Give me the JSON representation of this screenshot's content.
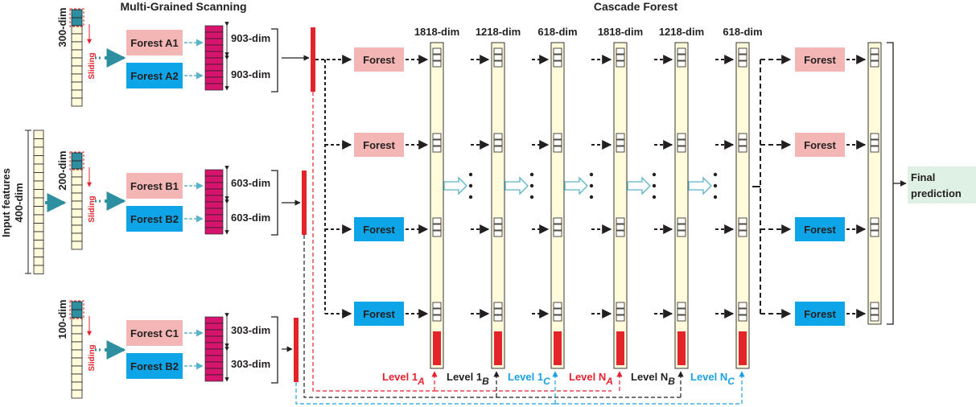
{
  "diagram": {
    "section_titles": {
      "scanning": "Multi-Grained Scanning",
      "cascade": "Cascade Forest"
    },
    "input": {
      "label": "Input features",
      "dim": "400-dim"
    },
    "scan_windows": [
      {
        "dim": "300-dim",
        "sliding": "Sliding"
      },
      {
        "dim": "200-dim",
        "sliding": "Sliding"
      },
      {
        "dim": "100-dim",
        "sliding": "Sliding"
      }
    ],
    "scan_forests": [
      {
        "top": "Forest A1",
        "bottom": "Forest A2",
        "dim_top": "903-dim",
        "dim_bottom": "903-dim"
      },
      {
        "top": "Forest B1",
        "bottom": "Forest B2",
        "dim_top": "603-dim",
        "dim_bottom": "603-dim"
      },
      {
        "top": "Forest C1",
        "bottom": "Forest B2",
        "dim_top": "303-dim",
        "dim_bottom": "303-dim"
      }
    ],
    "forest_label": "Forest",
    "column_dims": [
      "1818-dim",
      "1218-dim",
      "618-dim",
      "1818-dim",
      "1218-dim",
      "618-dim"
    ],
    "level_labels": [
      {
        "base": "Level 1",
        "sub": "A",
        "color": "#e8212e"
      },
      {
        "base": "Level 1",
        "sub": "B",
        "color": "#231f20"
      },
      {
        "base": "Level 1",
        "sub": "C",
        "color": "#1ba1e2"
      },
      {
        "base": "Level N",
        "sub": "A",
        "color": "#e8212e"
      },
      {
        "base": "Level N",
        "sub": "B",
        "color": "#231f20"
      },
      {
        "base": "Level N",
        "sub": "C",
        "color": "#1ba1e2"
      }
    ],
    "final_prediction": [
      "Final",
      "prediction"
    ],
    "colors": {
      "pink_forest": "#f4b6b4",
      "blue_forest": "#0ea5e8",
      "cell_fill": "#fffbdb",
      "window_teal": "#2e8fa0",
      "magenta_feature": "#d6146e",
      "red_bar": "#e3242b",
      "final_box": "#dff1e4",
      "cyan_arrow": "#5bb3c8"
    }
  }
}
